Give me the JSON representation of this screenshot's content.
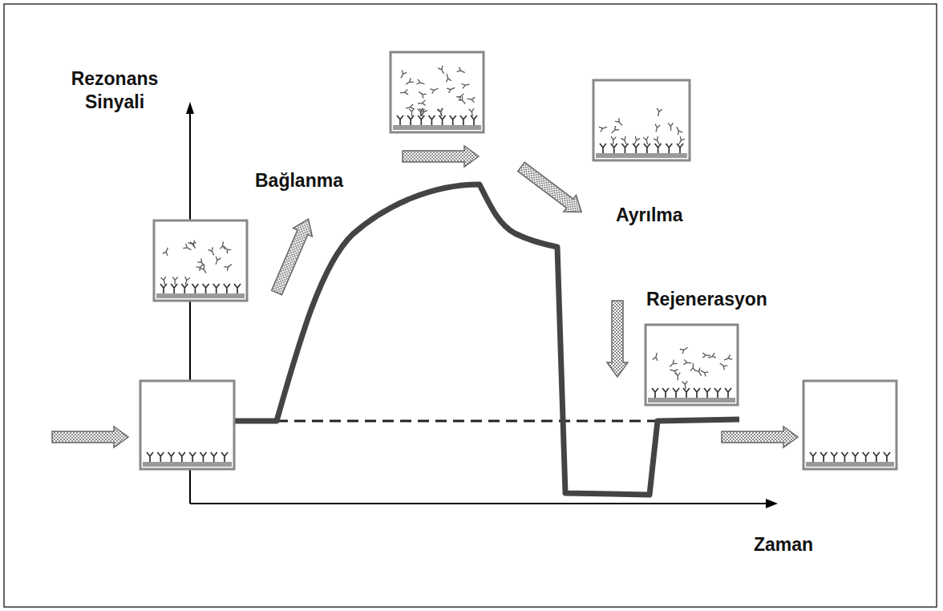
{
  "diagram": {
    "labels": [
      "Rezonans Sinyali",
      "Bağlanma",
      "Ayrılma",
      "Rejenerasyon",
      "Zaman"
    ]
  }
}
